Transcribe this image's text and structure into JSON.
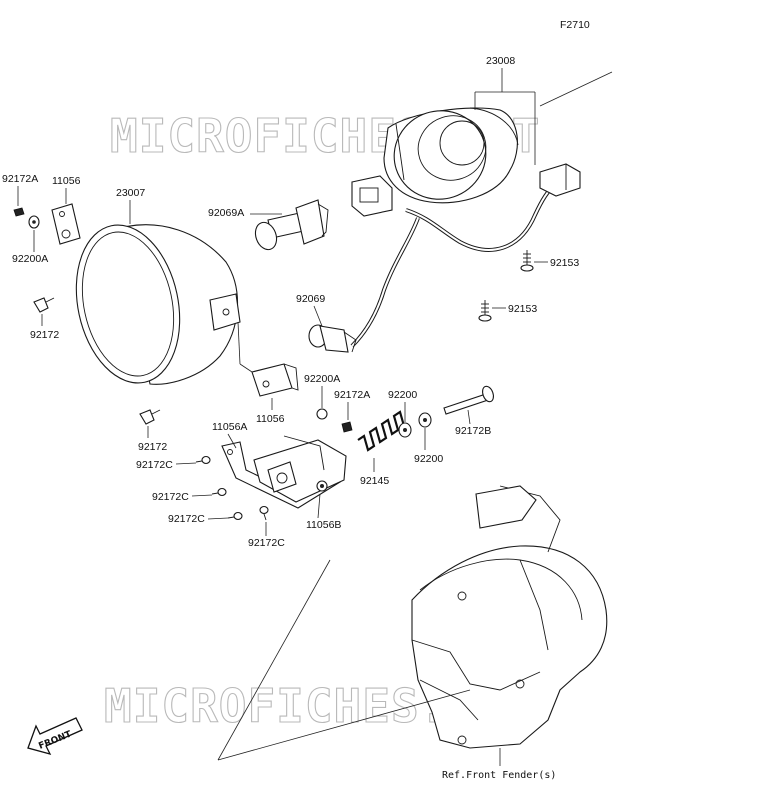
{
  "diagram_code": "F2710",
  "watermark": "MICROFICHES.NET",
  "reference_note": "Ref.Front Fender(s)",
  "front_arrow_label": "FRONT",
  "labels": {
    "p23008": "23008",
    "p92172A_a": "92172A",
    "p11056_a": "11056",
    "p23007": "23007",
    "p92069A": "92069A",
    "p92200A_a": "92200A",
    "p92153_a": "92153",
    "p92153_b": "92153",
    "p92172_a": "92172",
    "p92069": "92069",
    "p92200A_b": "92200A",
    "p92172A_b": "92172A",
    "p92200_a": "92200",
    "p11056_b": "11056",
    "p92172B": "92172B",
    "p92172_b": "92172",
    "p11056A": "11056A",
    "p92200_b": "92200",
    "p92172C_a": "92172C",
    "p92145": "92145",
    "p92172C_b": "92172C",
    "p11056B": "11056B",
    "p92172C_c": "92172C",
    "p92172C_d": "92172C"
  }
}
